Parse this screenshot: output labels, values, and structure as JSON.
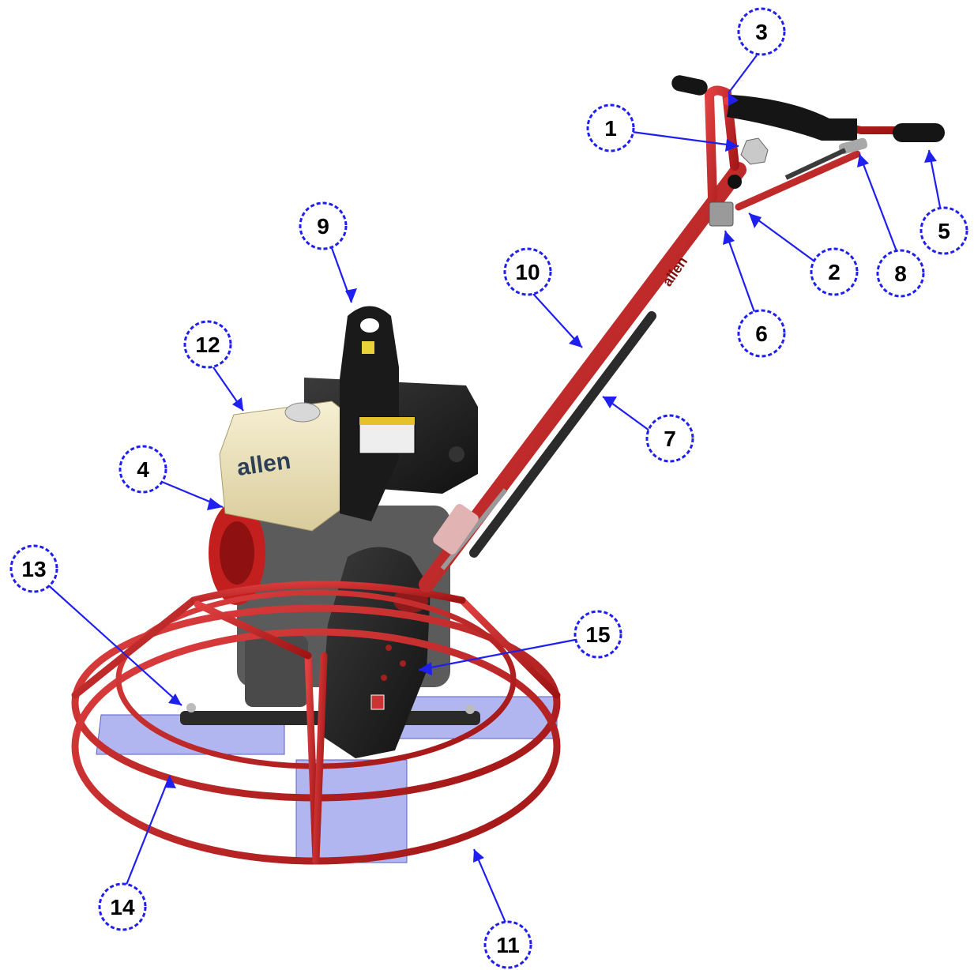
{
  "colors": {
    "callout_stroke": "#1f1ff0",
    "frame_red": "#c41f1f",
    "engine_cream": "#ece3be",
    "engine_black": "#1a1a1a",
    "blade_blue": "#7f86e6"
  },
  "diagram": {
    "subject": "power-trowel",
    "logo_text": "allen",
    "callouts": [
      {
        "id": 1,
        "label": "1"
      },
      {
        "id": 2,
        "label": "2"
      },
      {
        "id": 3,
        "label": "3"
      },
      {
        "id": 4,
        "label": "4"
      },
      {
        "id": 5,
        "label": "5"
      },
      {
        "id": 6,
        "label": "6"
      },
      {
        "id": 7,
        "label": "7"
      },
      {
        "id": 8,
        "label": "8"
      },
      {
        "id": 9,
        "label": "9"
      },
      {
        "id": 10,
        "label": "10"
      },
      {
        "id": 11,
        "label": "11"
      },
      {
        "id": 12,
        "label": "12"
      },
      {
        "id": 13,
        "label": "13"
      },
      {
        "id": 14,
        "label": "14"
      },
      {
        "id": 15,
        "label": "15"
      }
    ]
  }
}
